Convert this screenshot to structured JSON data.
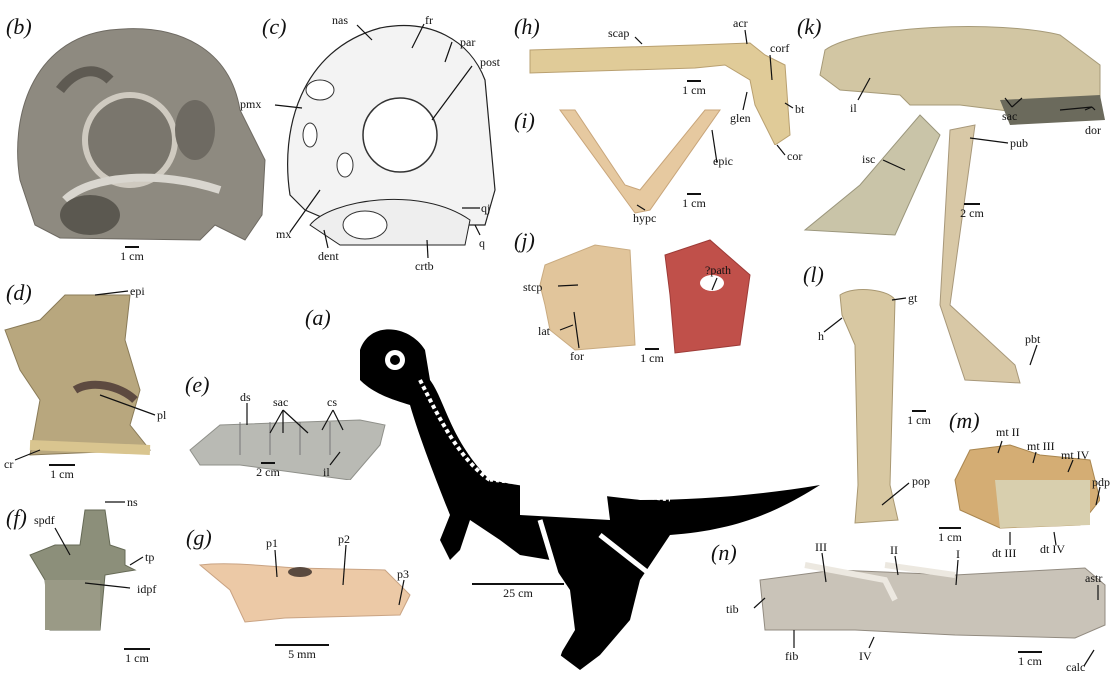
{
  "figure": {
    "panels": [
      {
        "id": "a",
        "label": "(a)",
        "content": "skeletal reconstruction silhouette",
        "scale_bar": "25 cm",
        "labels": []
      },
      {
        "id": "b",
        "label": "(b)",
        "content": "skull photograph",
        "scale_bar": "1 cm",
        "labels": []
      },
      {
        "id": "c",
        "label": "(c)",
        "content": "skull interpretive drawing",
        "scale_bar": "",
        "labels": [
          "nas",
          "fr",
          "par",
          "post",
          "pmx",
          "mx",
          "qj",
          "q",
          "dent",
          "crtb"
        ]
      },
      {
        "id": "d",
        "label": "(d)",
        "content": "braincase / vertebra",
        "scale_bar": "1 cm",
        "labels": [
          "epi",
          "pl",
          "cr"
        ]
      },
      {
        "id": "e",
        "label": "(e)",
        "content": "sacrum",
        "scale_bar": "2 cm",
        "labels": [
          "ds",
          "sac",
          "cs",
          "il"
        ]
      },
      {
        "id": "f",
        "label": "(f)",
        "content": "dorsal vertebra",
        "scale_bar": "1 cm",
        "labels": [
          "ns",
          "spdf",
          "tp",
          "idpf"
        ]
      },
      {
        "id": "g",
        "label": "(g)",
        "content": "phalanx",
        "scale_bar": "5 mm",
        "labels": [
          "p1",
          "p2",
          "p3"
        ]
      },
      {
        "id": "h",
        "label": "(h)",
        "content": "scapulocoracoid",
        "scale_bar": "1 cm",
        "labels": [
          "scap",
          "acr",
          "corf",
          "bt",
          "glen",
          "cor"
        ]
      },
      {
        "id": "i",
        "label": "(i)",
        "content": "furcula",
        "scale_bar": "1 cm",
        "labels": [
          "epic",
          "hypc"
        ]
      },
      {
        "id": "j",
        "label": "(j)",
        "content": "sternal plates",
        "scale_bar": "1 cm",
        "labels": [
          "stcp",
          "lat",
          "for",
          "?path"
        ]
      },
      {
        "id": "k",
        "label": "(k)",
        "content": "pelvis",
        "scale_bar": "2 cm",
        "labels": [
          "il",
          "sac",
          "dor",
          "pub",
          "isc",
          "pbt"
        ]
      },
      {
        "id": "l",
        "label": "(l)",
        "content": "femur",
        "scale_bar": "1 cm",
        "labels": [
          "gt",
          "h",
          "pop"
        ]
      },
      {
        "id": "m",
        "label": "(m)",
        "content": "tarsals/metatarsals",
        "scale_bar": "1 cm",
        "labels": [
          "mt II",
          "mt III",
          "mt IV",
          "pdp",
          "dt III",
          "dt IV"
        ]
      },
      {
        "id": "n",
        "label": "(n)",
        "content": "lower leg and foot",
        "scale_bar": "1 cm",
        "labels": [
          "III",
          "II",
          "I",
          "astr",
          "tib",
          "fib",
          "IV",
          "calc"
        ]
      }
    ]
  },
  "text": {
    "a": {
      "label_letter": "a",
      "scale": "25 cm"
    },
    "b": {
      "label_letter": "b",
      "scale": "1 cm"
    },
    "c": {
      "label_letter": "c",
      "nas": "nas",
      "fr": "fr",
      "par": "par",
      "post": "post",
      "pmx": "pmx",
      "mx": "mx",
      "qj": "qj",
      "q": "q",
      "dent": "dent",
      "crtb": "crtb"
    },
    "d": {
      "label_letter": "d",
      "epi": "epi",
      "pl": "pl",
      "cr": "cr",
      "scale": "1 cm"
    },
    "e": {
      "label_letter": "e",
      "ds": "ds",
      "sac": "sac",
      "cs": "cs",
      "il": "il",
      "scale": "2 cm"
    },
    "f": {
      "label_letter": "f",
      "ns": "ns",
      "spdf": "spdf",
      "tp": "tp",
      "idpf": "idpf",
      "scale": "1 cm"
    },
    "g": {
      "label_letter": "g",
      "p1": "p1",
      "p2": "p2",
      "p3": "p3",
      "scale": "5 mm"
    },
    "h": {
      "label_letter": "h",
      "scap": "scap",
      "acr": "acr",
      "corf": "corf",
      "bt": "bt",
      "glen": "glen",
      "cor": "cor",
      "scale": "1 cm"
    },
    "i": {
      "label_letter": "i",
      "epic": "epic",
      "hypc": "hypc",
      "scale": "1 cm"
    },
    "j": {
      "label_letter": "j",
      "stcp": "stcp",
      "lat": "lat",
      "for": "for",
      "path": "?path",
      "scale": "1 cm"
    },
    "k": {
      "label_letter": "k",
      "il": "il",
      "sac": "sac",
      "dor": "dor",
      "pub": "pub",
      "isc": "isc",
      "pbt": "pbt",
      "scale": "2 cm"
    },
    "l": {
      "label_letter": "l",
      "gt": "gt",
      "h": "h",
      "pop": "pop",
      "scale": "1 cm"
    },
    "m": {
      "label_letter": "m",
      "mt2": "mt II",
      "mt3": "mt III",
      "mt4": "mt IV",
      "pdp": "pdp",
      "dt3": "dt III",
      "dt4": "dt IV",
      "scale": "1 cm"
    },
    "n": {
      "label_letter": "n",
      "III": "III",
      "II": "II",
      "I": "I",
      "astr": "astr",
      "tib": "tib",
      "fib": "fib",
      "IV": "IV",
      "calc": "calc",
      "scale": "1 cm"
    }
  },
  "colors": {
    "skull_grey": "#8e8a80",
    "bone_tan": "#d9c7a0",
    "bone_cream": "#e8d2ae",
    "sternal_red": "#c0504a",
    "vertebra_grey": "#b9bab4",
    "foot_grey": "#c9c3b8",
    "silhouette": "#000000"
  }
}
